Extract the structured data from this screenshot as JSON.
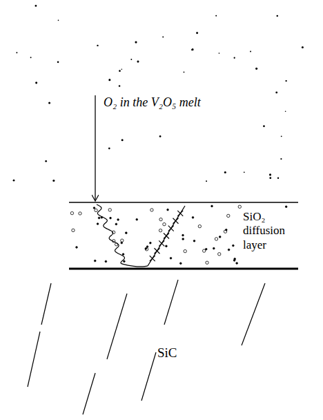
{
  "diagram": {
    "labels": [
      "O₂ in the V₂O₅ melt",
      "SiO₂ diffusion layer",
      "SiC"
    ]
  }
}
